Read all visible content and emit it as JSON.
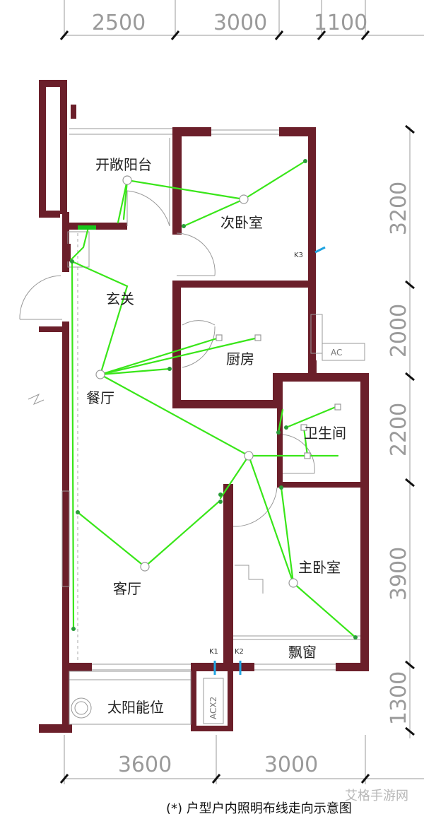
{
  "dimensions": {
    "top": [
      "2500",
      "3000",
      "1100"
    ],
    "right": [
      "3200",
      "2000",
      "2200",
      "3900",
      "1300"
    ],
    "bottom": [
      "3600",
      "3000"
    ]
  },
  "rooms": {
    "balcony": "开敞阳台",
    "second_bedroom": "次卧室",
    "entrance": "玄关",
    "kitchen": "厨房",
    "dining": "餐厅",
    "bathroom": "卫生间",
    "living": "客厅",
    "master_bedroom": "主卧室",
    "bay_window": "飘窗",
    "solar": "太阳能位"
  },
  "labels": {
    "k3": "K3",
    "k1": "K1",
    "k2": "K2",
    "ac1": "AC",
    "ac2": "ACX2"
  },
  "caption": "(*) 户型户内照明布线走向示意图",
  "watermark": "艾格手游网",
  "colors": {
    "wall": "#6b1f2a",
    "wire": "#39e619",
    "switch": "#2a9d3a",
    "marker": "#1fa3e0"
  }
}
